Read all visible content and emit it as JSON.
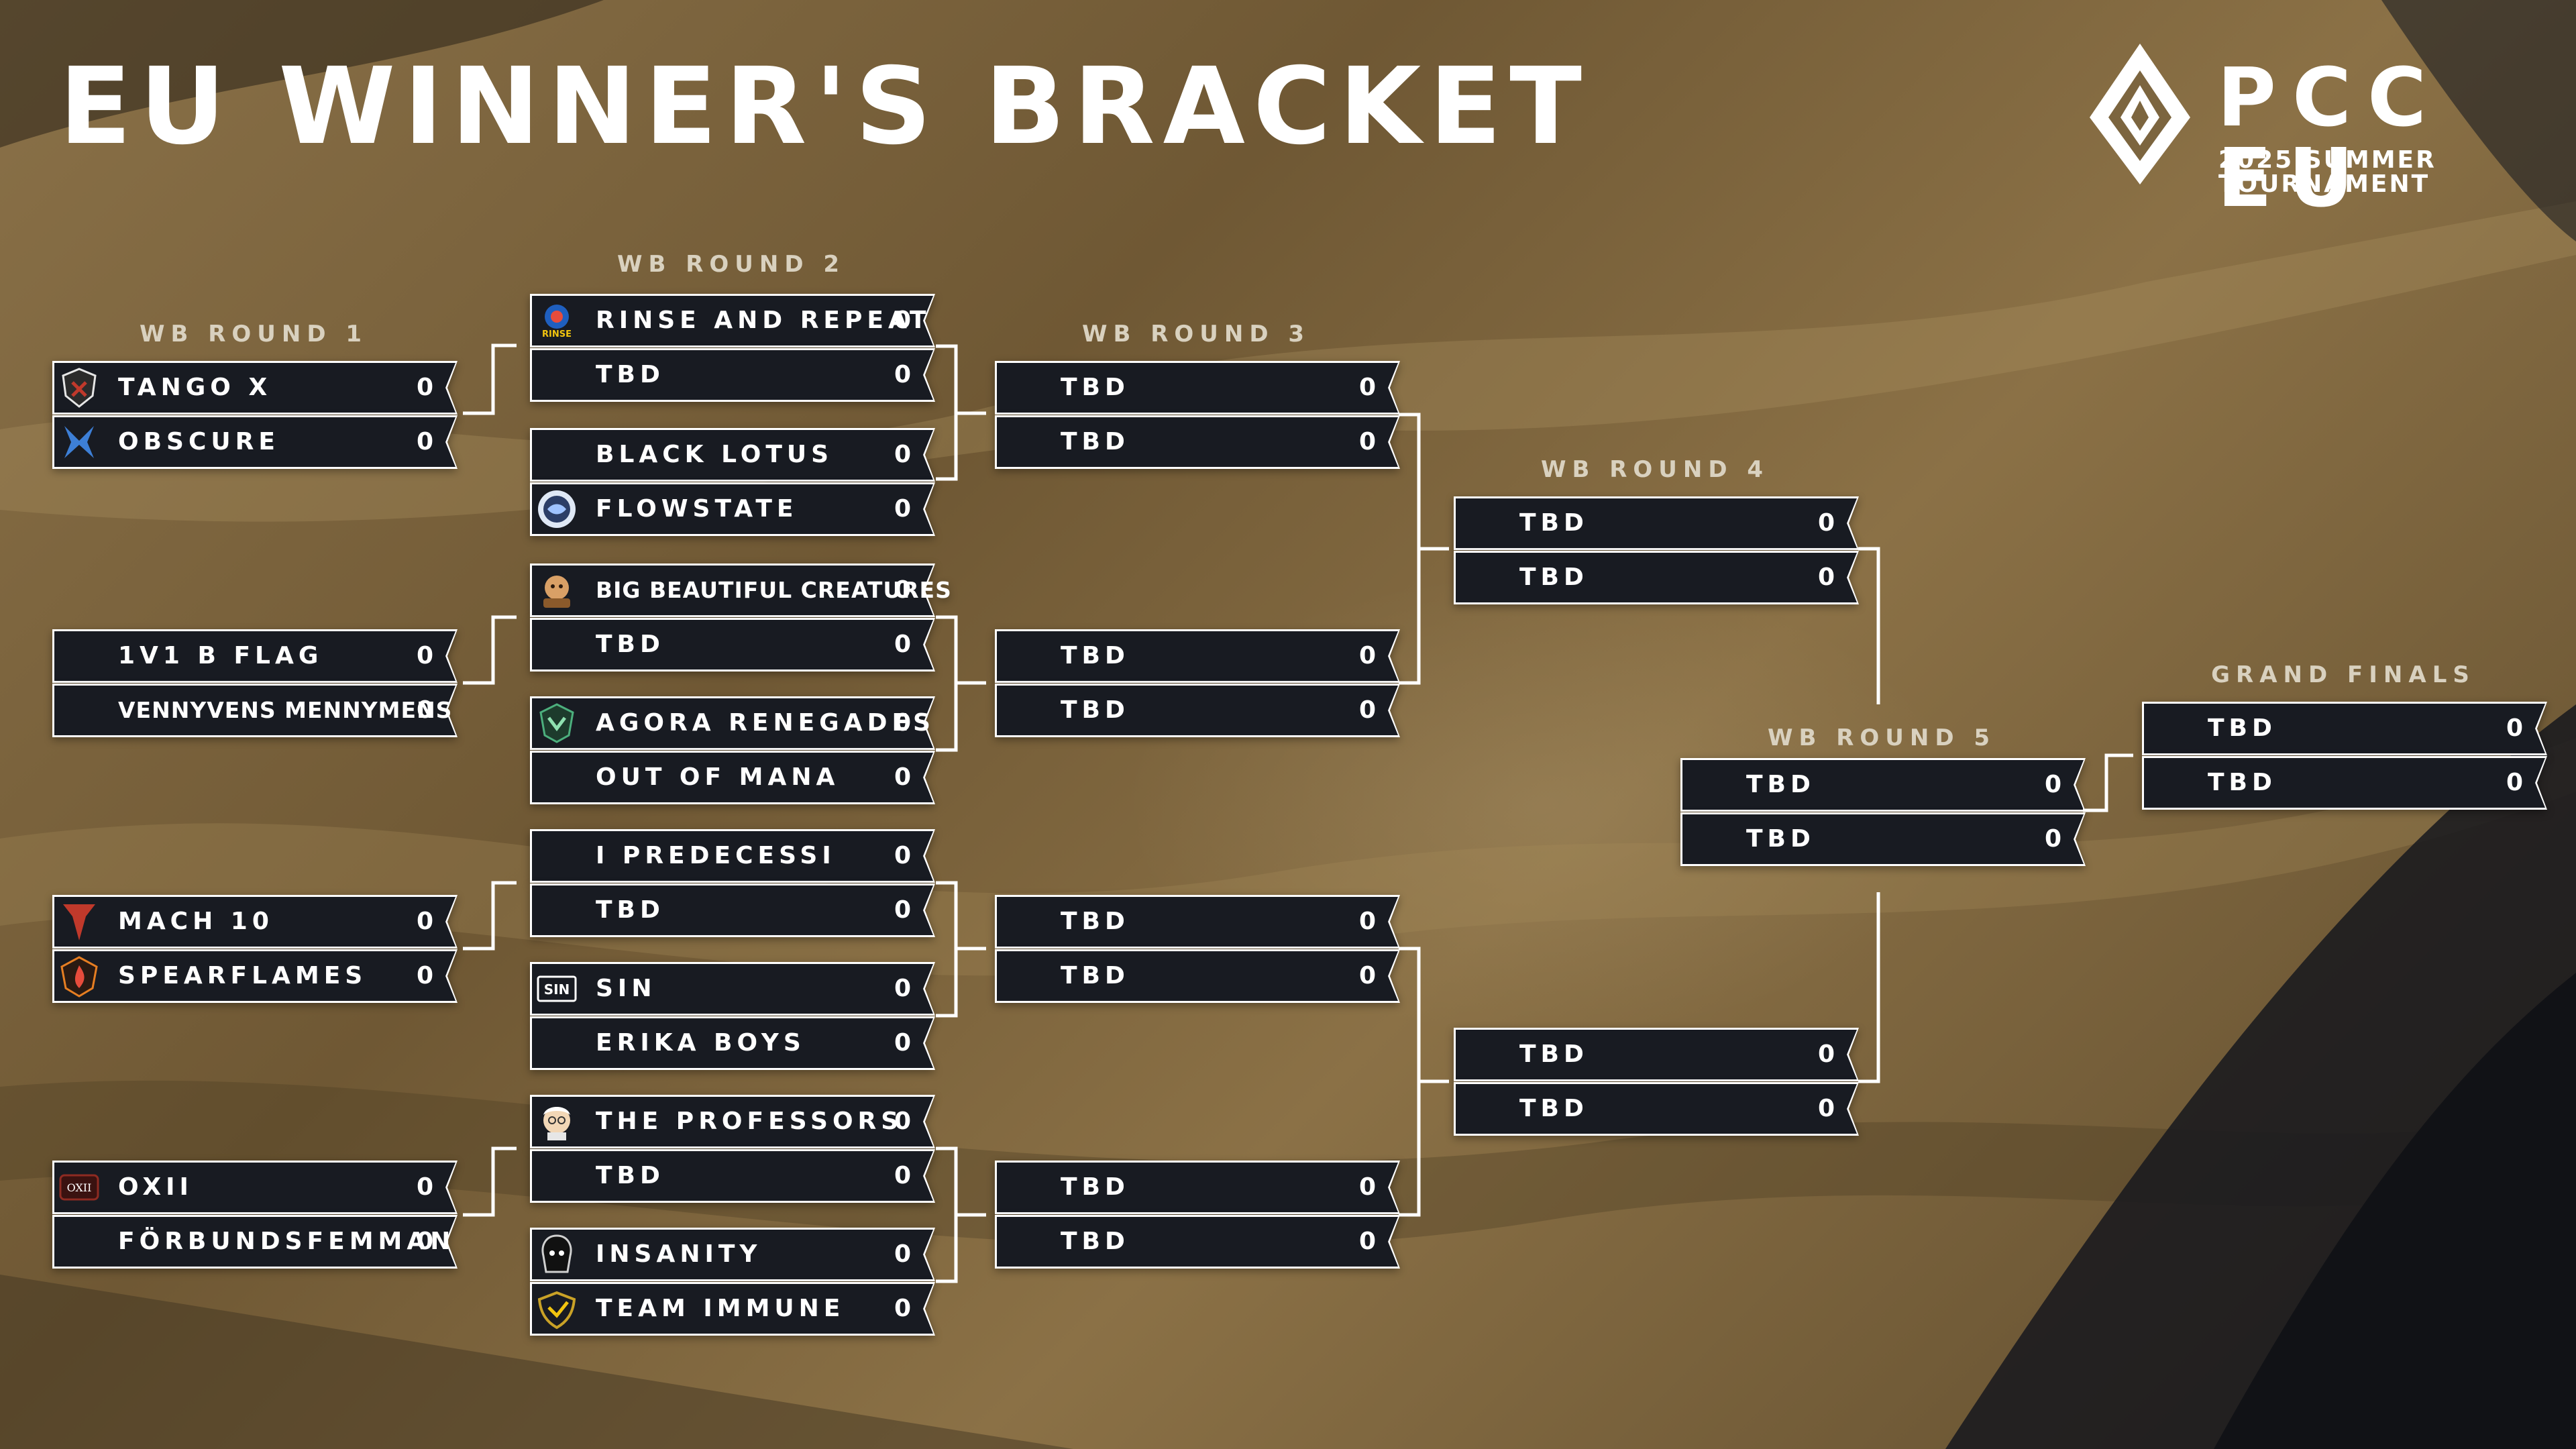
{
  "header": {
    "title": "EU WINNER'S BRACKET",
    "brand": "PCC EU",
    "subtitle": "2025 SUMMER TOURNAMENT"
  },
  "colors": {
    "panel": "#181b22",
    "border": "#ffffff",
    "text": "#ffffff",
    "label": "#d9d1bf"
  },
  "rounds": [
    {
      "label": "WB ROUND 1",
      "matches": [
        {
          "teams": [
            {
              "name": "TANGO X",
              "score": "0",
              "icon": "tango-x-logo-icon"
            },
            {
              "name": "OBSCURE",
              "score": "0",
              "icon": "obscure-logo-icon"
            }
          ]
        },
        {
          "teams": [
            {
              "name": "1V1 B FLAG",
              "score": "0"
            },
            {
              "name": "VENNYVENS MENNYMENS",
              "score": "0"
            }
          ]
        },
        {
          "teams": [
            {
              "name": "MACH 10",
              "score": "0",
              "icon": "mach-10-logo-icon"
            },
            {
              "name": "SPEARFLAMES",
              "score": "0",
              "icon": "spearflames-logo-icon"
            }
          ]
        },
        {
          "teams": [
            {
              "name": "OXII",
              "score": "0",
              "icon": "oxii-logo-icon"
            },
            {
              "name": "FÖRBUNDSFEMMAN",
              "score": "0"
            }
          ]
        }
      ]
    },
    {
      "label": "WB ROUND 2",
      "matches": [
        {
          "teams": [
            {
              "name": "RINSE AND REPEAT",
              "score": "0",
              "icon": "rinse-and-repeat-logo-icon"
            },
            {
              "name": "TBD",
              "score": "0"
            }
          ]
        },
        {
          "teams": [
            {
              "name": "BLACK LOTUS",
              "score": "0"
            },
            {
              "name": "FLOWSTATE",
              "score": "0",
              "icon": "flowstate-logo-icon"
            }
          ]
        },
        {
          "teams": [
            {
              "name": "BIG BEAUTIFUL CREATURES",
              "score": "0",
              "icon": "big-beautiful-creatures-logo-icon"
            },
            {
              "name": "TBD",
              "score": "0"
            }
          ]
        },
        {
          "teams": [
            {
              "name": "AGORA RENEGADES",
              "score": "0",
              "icon": "agora-renegades-logo-icon"
            },
            {
              "name": "OUT OF MANA",
              "score": "0"
            }
          ]
        },
        {
          "teams": [
            {
              "name": "I PREDECESSI",
              "score": "0"
            },
            {
              "name": "TBD",
              "score": "0"
            }
          ]
        },
        {
          "teams": [
            {
              "name": "SIN",
              "score": "0",
              "icon": "sin-logo-icon",
              "icon_text": "SIN"
            },
            {
              "name": "ERIKA BOYS",
              "score": "0"
            }
          ]
        },
        {
          "teams": [
            {
              "name": "THE PROFESSORS",
              "score": "0",
              "icon": "the-professors-logo-icon"
            },
            {
              "name": "TBD",
              "score": "0"
            }
          ]
        },
        {
          "teams": [
            {
              "name": "INSANITY",
              "score": "0",
              "icon": "insanity-logo-icon"
            },
            {
              "name": "TEAM IMMUNE",
              "score": "0",
              "icon": "team-immune-logo-icon"
            }
          ]
        }
      ]
    },
    {
      "label": "WB ROUND 3",
      "matches": [
        {
          "teams": [
            {
              "name": "TBD",
              "score": "0"
            },
            {
              "name": "TBD",
              "score": "0"
            }
          ]
        },
        {
          "teams": [
            {
              "name": "TBD",
              "score": "0"
            },
            {
              "name": "TBD",
              "score": "0"
            }
          ]
        },
        {
          "teams": [
            {
              "name": "TBD",
              "score": "0"
            },
            {
              "name": "TBD",
              "score": "0"
            }
          ]
        },
        {
          "teams": [
            {
              "name": "TBD",
              "score": "0"
            },
            {
              "name": "TBD",
              "score": "0"
            }
          ]
        }
      ]
    },
    {
      "label": "WB ROUND 4",
      "matches": [
        {
          "teams": [
            {
              "name": "TBD",
              "score": "0"
            },
            {
              "name": "TBD",
              "score": "0"
            }
          ]
        },
        {
          "teams": [
            {
              "name": "TBD",
              "score": "0"
            },
            {
              "name": "TBD",
              "score": "0"
            }
          ]
        }
      ]
    },
    {
      "label": "WB ROUND 5",
      "matches": [
        {
          "teams": [
            {
              "name": "TBD",
              "score": "0"
            },
            {
              "name": "TBD",
              "score": "0"
            }
          ]
        }
      ]
    },
    {
      "label": "GRAND FINALS",
      "matches": [
        {
          "teams": [
            {
              "name": "TBD",
              "score": "0"
            },
            {
              "name": "TBD",
              "score": "0"
            }
          ]
        }
      ]
    }
  ]
}
